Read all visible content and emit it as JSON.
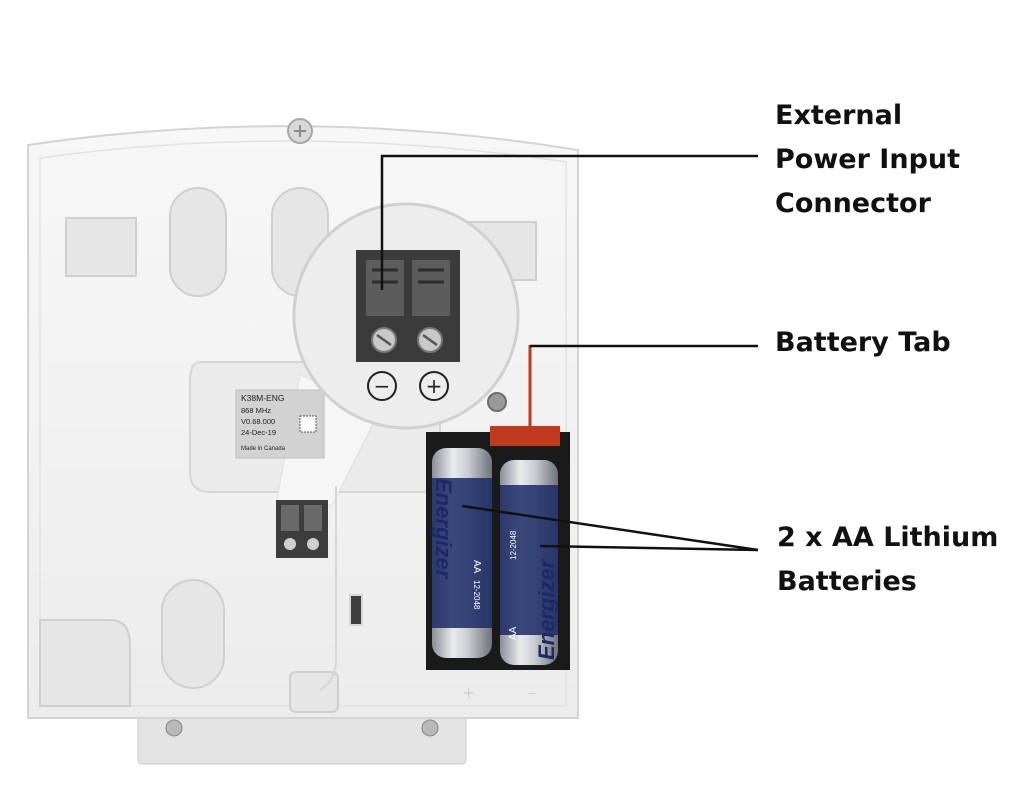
{
  "callouts": {
    "external_power": [
      "External",
      "Power Input",
      "Connector"
    ],
    "battery_tab": [
      "Battery Tab"
    ],
    "batteries": [
      "2 x AA Lithium",
      "Batteries"
    ]
  },
  "terminal_symbols": {
    "minus": "−",
    "plus": "+"
  },
  "device_label": {
    "lines": [
      "K38M-ENG",
      "868 MHz",
      "V0.68.000",
      "24-Dec-19",
      "Made in Canada"
    ]
  },
  "battery": {
    "brand": "Energizer",
    "size": "AA",
    "code": "12-2048"
  },
  "colors": {
    "housing": "#f2f2f2",
    "housing_edge": "#d4d4d4",
    "terminal_block": "#3b3b3b",
    "battery_tab": "#c23a1e",
    "battery_blue": "#1b2a66",
    "text": "#111111"
  }
}
